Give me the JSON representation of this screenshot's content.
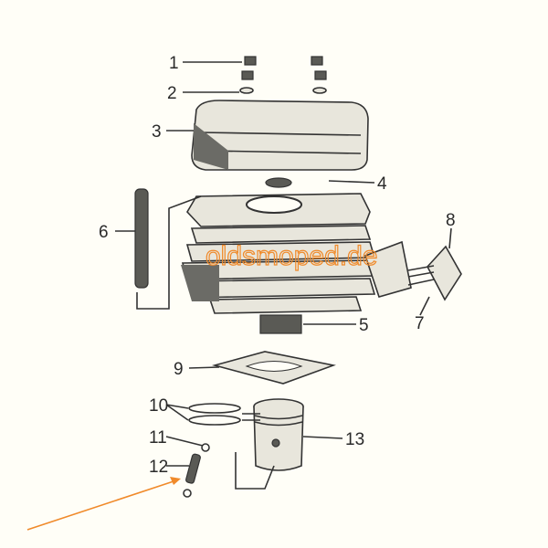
{
  "diagram": {
    "labels": [
      "1",
      "2",
      "3",
      "4",
      "5",
      "6",
      "7",
      "8",
      "9",
      "10",
      "11",
      "12",
      "13"
    ],
    "watermark": "oldsmoped.de",
    "arrow_color": "#f08a2a"
  }
}
